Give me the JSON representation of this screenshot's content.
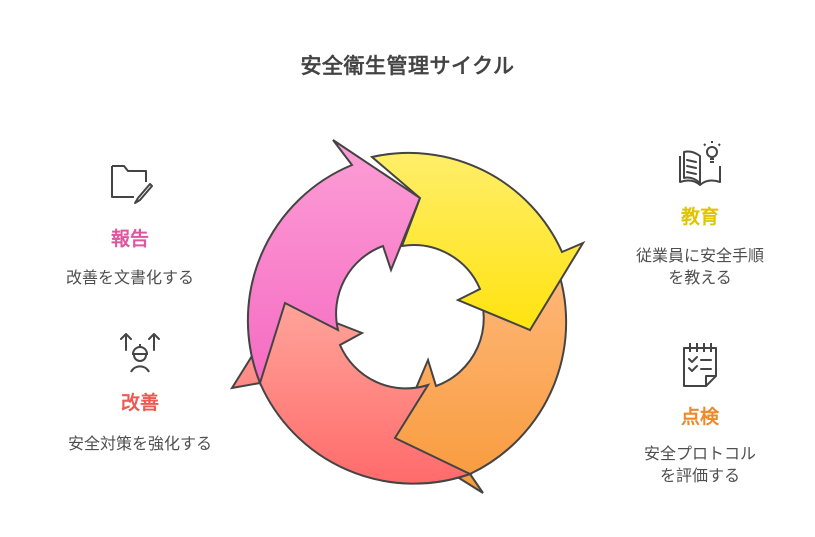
{
  "title": "安全衛生管理サイクル",
  "colors": {
    "report": "#e0559f",
    "education": "#e1c400",
    "inspection": "#ec8a2c",
    "improvement": "#ec5a56",
    "outline": "#444444"
  },
  "stages": {
    "report": {
      "icon": "folder-edit-icon",
      "heading": "報告",
      "description": "改善を文書化する"
    },
    "education": {
      "icon": "book-lightbulb-icon",
      "heading": "教育",
      "description_line1": "従業員に安全手順",
      "description_line2": "を教える"
    },
    "inspection": {
      "icon": "checklist-notepad-icon",
      "heading": "点検",
      "description_line1": "安全プロトコル",
      "description_line2": "を評価する"
    },
    "improvement": {
      "icon": "worker-arrows-up-icon",
      "heading": "改善",
      "description": "安全対策を強化する"
    }
  },
  "cycle_order": [
    "教育",
    "点検",
    "改善",
    "報告"
  ]
}
